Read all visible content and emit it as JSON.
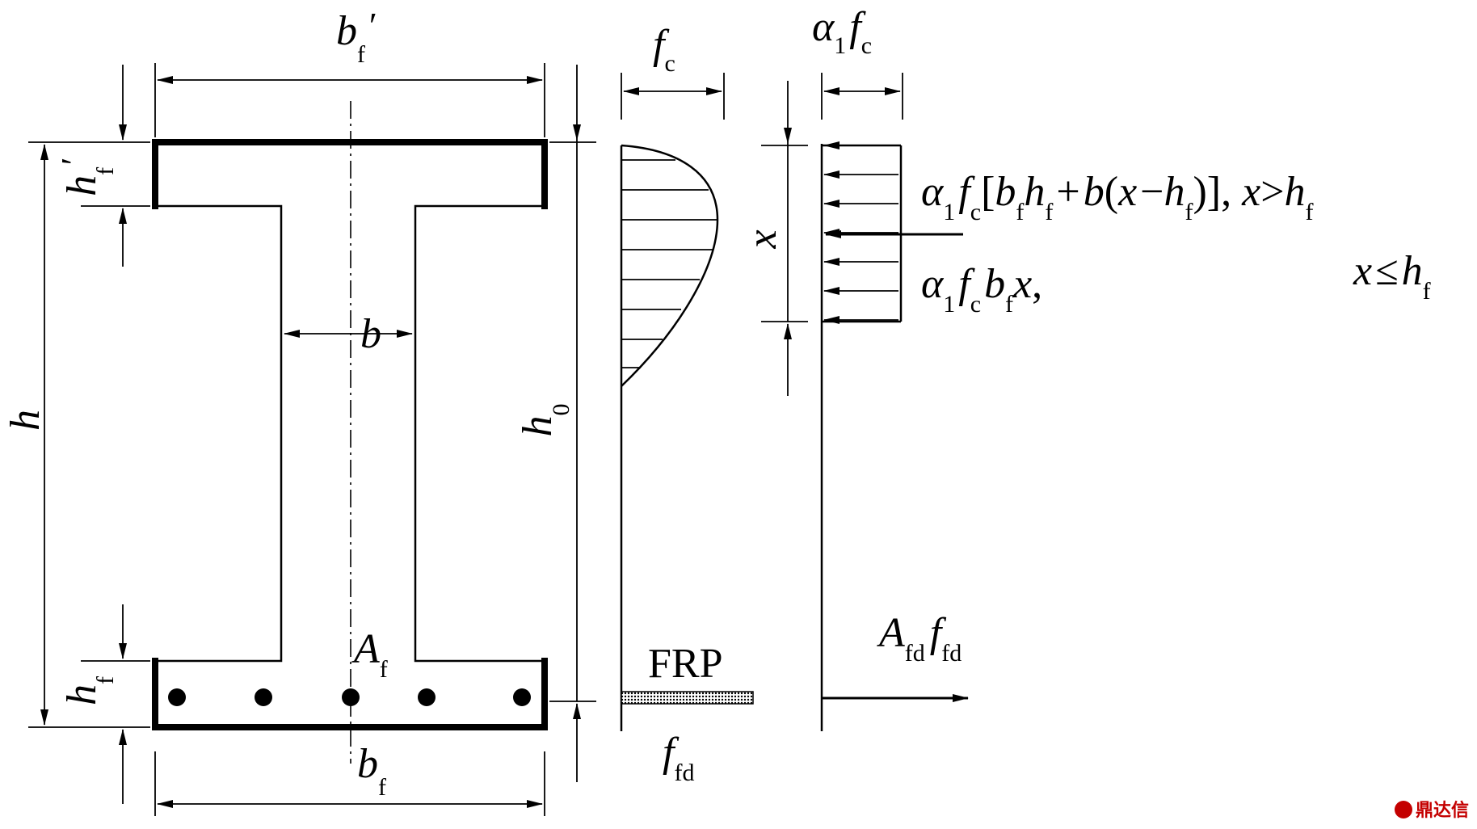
{
  "labels": {
    "bf_prime": {
      "main": "b",
      "sub": "f",
      "prime": "′"
    },
    "hf_prime": {
      "main": "h",
      "sub": "f",
      "prime": "′"
    },
    "h": "h",
    "b": "b",
    "h0": {
      "main": "h",
      "sub": "0"
    },
    "hf": {
      "main": "h",
      "sub": "f"
    },
    "Af": {
      "main": "A",
      "sub": "f"
    },
    "bf": {
      "main": "b",
      "sub": "f"
    },
    "fc": {
      "main": "f",
      "sub": "c"
    },
    "alpha_fc": {
      "alpha": "α",
      "one": "1",
      "f": "f",
      "c": "c"
    },
    "x": "x",
    "frp": "FRP",
    "ffd": {
      "main": "f",
      "sub": "fd"
    },
    "Afd_ffd": {
      "A": "A",
      "sub1": "fd",
      "f": "f",
      "sub2": "fd"
    }
  },
  "formula1": {
    "alpha": "α",
    "one": "1",
    "f": "f",
    "c": "c",
    "lb": "[",
    "b1": "b",
    "s1": "f",
    "h1": "h",
    "s2": "f",
    "plus": "+",
    "b2": "b",
    "lp": "(",
    "x1": "x",
    "minus": "−",
    "h2": "h",
    "s3": "f",
    "tail": ")], ",
    "x2": "x",
    "gt": ">",
    "h3": "h",
    "s4": "f"
  },
  "formula2": {
    "alpha": "α",
    "one": "1",
    "f": "f",
    "c": "c",
    "b": "b",
    "sf": "f",
    "x": "x",
    "comma": ",",
    "x2": "x",
    "le": "≤",
    "h": "h",
    "sh": "f"
  },
  "watermark": "鼎达信"
}
